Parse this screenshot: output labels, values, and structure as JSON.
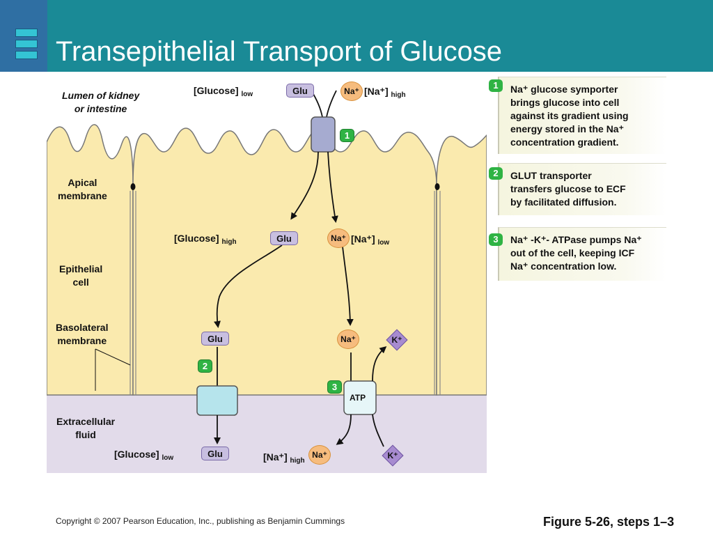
{
  "title": "Transepithelial Transport of Glucose",
  "labels": {
    "lumen": "Lumen of kidney or intestine",
    "lumen_l1": "Lumen of kidney",
    "lumen_l2": "or intestine",
    "apical_l1": "Apical",
    "apical_l2": "membrane",
    "epithelial_l1": "Epithelial",
    "epithelial_l2": "cell",
    "basolateral_l1": "Basolateral",
    "basolateral_l2": "membrane",
    "ecf_l1": "Extracellular",
    "ecf_l2": "fluid"
  },
  "concentrations": {
    "lumen_glucose": "[Glucose]",
    "lumen_glucose_sub": "low",
    "lumen_na": "[Na⁺]",
    "lumen_na_sub": "high",
    "cell_glucose": "[Glucose]",
    "cell_glucose_sub": "high",
    "cell_na": "[Na⁺]",
    "cell_na_sub": "low",
    "ecf_glucose": "[Glucose]",
    "ecf_glucose_sub": "low",
    "ecf_na": "[Na⁺]",
    "ecf_na_sub": "high"
  },
  "molecules": {
    "glu": "Glu",
    "na": "Na⁺",
    "k": "K⁺",
    "atp": "ATP"
  },
  "steps": [
    {
      "num": "1",
      "line1": "Na⁺ glucose symporter",
      "line2": "brings glucose into cell",
      "line3": "against its gradient using",
      "line4": "energy stored in the Na⁺",
      "line5": "concentration gradient."
    },
    {
      "num": "2",
      "line1": "GLUT transporter",
      "line2": "transfers glucose to ECF",
      "line3": "by facilitated diffusion."
    },
    {
      "num": "3",
      "line1": "Na⁺ -K⁺- ATPase pumps Na⁺",
      "line2": "out of the cell, keeping ICF",
      "line3": "Na⁺ concentration low."
    }
  ],
  "footer": {
    "copyright": "Copyright © 2007 Pearson Education, Inc., publishing as Benjamin Cummings",
    "figure_ref": "Figure 5-26, steps 1–3"
  },
  "colors": {
    "header": "#1a8a96",
    "cell": "#faeaae",
    "ecf": "#e2dbea",
    "symporter": "#a6abd0",
    "glut": "#b6e4ec",
    "atpase": "#e6f6f8",
    "badge": "#2fb344"
  }
}
